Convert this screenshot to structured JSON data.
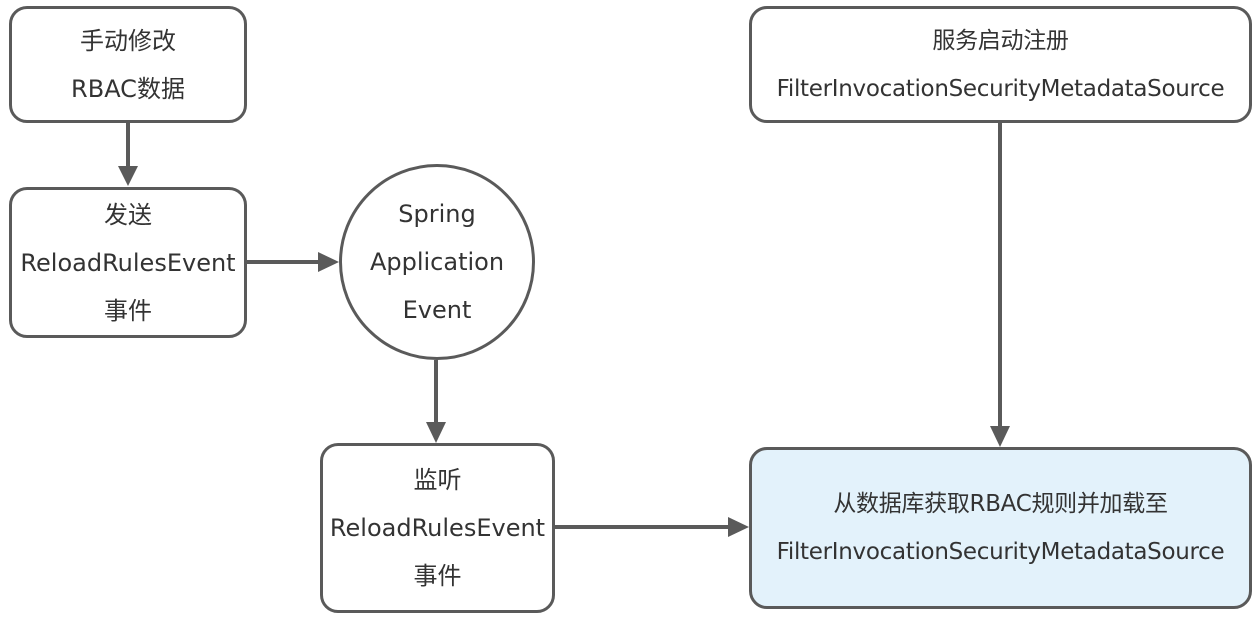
{
  "diagram": {
    "type": "flowchart",
    "colors": {
      "stroke": "#5a5a5a",
      "text": "#333333",
      "node_fill": "#ffffff",
      "highlight_fill": "#e3f2fb"
    },
    "nodes": [
      {
        "id": "manual-edit",
        "shape": "rounded-rect",
        "lines": [
          "手动修改",
          "RBAC数据"
        ]
      },
      {
        "id": "send-event",
        "shape": "rounded-rect",
        "lines": [
          "发送",
          "ReloadRulesEvent",
          "事件"
        ]
      },
      {
        "id": "spring-event",
        "shape": "circle",
        "lines": [
          "Spring",
          "Application",
          "Event"
        ]
      },
      {
        "id": "listen-event",
        "shape": "rounded-rect",
        "lines": [
          "监听",
          "ReloadRulesEvent",
          "事件"
        ]
      },
      {
        "id": "service-register",
        "shape": "rounded-rect",
        "lines": [
          "服务启动注册",
          "FilterInvocationSecurityMetadataSource"
        ]
      },
      {
        "id": "load-rules",
        "shape": "rounded-rect",
        "highlight": true,
        "lines": [
          "从数据库获取RBAC规则并加载至",
          "FilterInvocationSecurityMetadataSource"
        ]
      }
    ],
    "edges": [
      {
        "from": "manual-edit",
        "to": "send-event"
      },
      {
        "from": "send-event",
        "to": "spring-event"
      },
      {
        "from": "spring-event",
        "to": "listen-event"
      },
      {
        "from": "listen-event",
        "to": "load-rules"
      },
      {
        "from": "service-register",
        "to": "load-rules"
      }
    ]
  }
}
